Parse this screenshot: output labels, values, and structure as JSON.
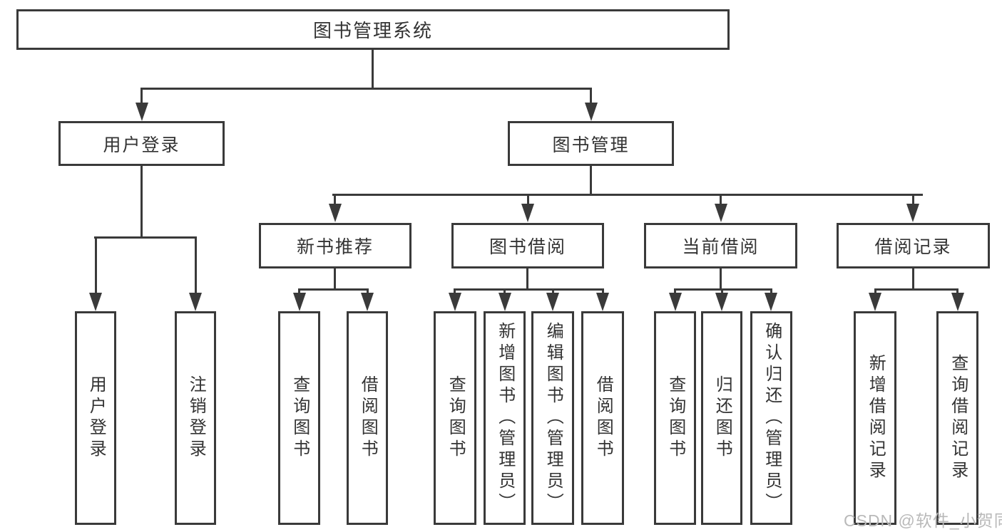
{
  "diagram": {
    "root": {
      "label": "图书管理系统",
      "children": [
        {
          "label": "用户登录",
          "children": [
            {
              "label": "用户登录"
            },
            {
              "label": "注销登录"
            }
          ]
        },
        {
          "label": "图书管理",
          "children": [
            {
              "label": "新书推荐",
              "children": [
                {
                  "label": "查询图书"
                },
                {
                  "label": "借阅图书"
                }
              ]
            },
            {
              "label": "图书借阅",
              "children": [
                {
                  "label": "查询图书"
                },
                {
                  "label": "新增图书（管理员）"
                },
                {
                  "label": "编辑图书（管理员）"
                },
                {
                  "label": "借阅图书"
                }
              ]
            },
            {
              "label": "当前借阅",
              "children": [
                {
                  "label": "查询图书"
                },
                {
                  "label": "归还图书"
                },
                {
                  "label": "确认归还（管理员）"
                }
              ]
            },
            {
              "label": "借阅记录",
              "children": [
                {
                  "label": "新增借阅记录"
                },
                {
                  "label": "查询借阅记录"
                }
              ]
            }
          ]
        }
      ]
    }
  },
  "watermark": {
    "text": "CSDN @软件_小贺同学"
  },
  "colors": {
    "line": "#3a3a3a",
    "text": "#333333",
    "watermark": "#b9b9b9",
    "background": "#ffffff"
  }
}
